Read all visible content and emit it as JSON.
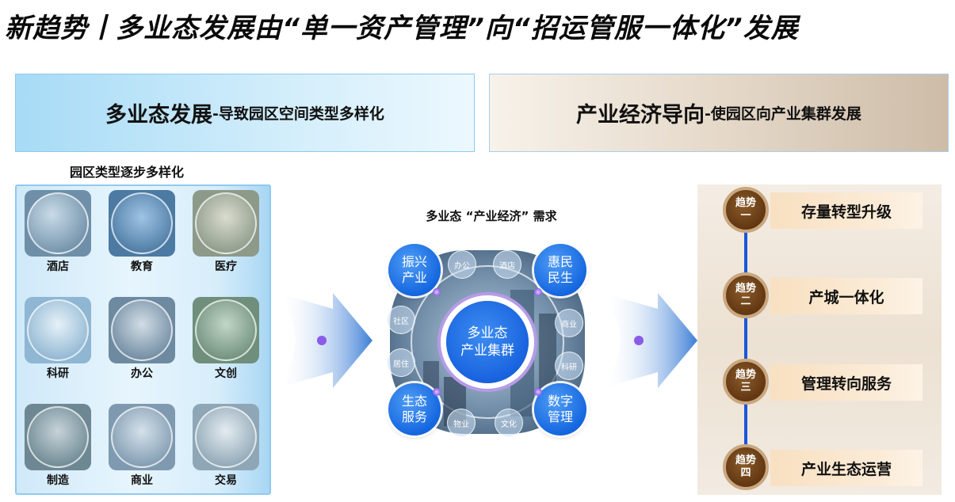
{
  "title": "新趋势丨多业态发展由“单一资产管理”向“招运管服一体化”发展",
  "banners": {
    "left_main": "多业态发展",
    "left_sub": "-导致园区空间类型多样化",
    "right_main": "产业经济导向",
    "right_sub": "-使园区向产业集群发展"
  },
  "park_types": {
    "heading": "园区类型逐步多样化",
    "items": [
      {
        "label": "酒店",
        "color": "#6f8fa8"
      },
      {
        "label": "教育",
        "color": "#4c7aa3"
      },
      {
        "label": "医疗",
        "color": "#8d9a8a"
      },
      {
        "label": "科研",
        "color": "#8fb6d2"
      },
      {
        "label": "办公",
        "color": "#6e8aa0"
      },
      {
        "label": "文创",
        "color": "#6f8f7c"
      },
      {
        "label": "制造",
        "color": "#6d8893"
      },
      {
        "label": "商业",
        "color": "#7f9ab0"
      },
      {
        "label": "交易",
        "color": "#8ea6b5"
      }
    ]
  },
  "economy": {
    "heading": "多业态 “产业经济” 需求",
    "core": {
      "line1": "多业态",
      "line2": "产业集群"
    },
    "big_nodes": [
      {
        "line1": "振兴",
        "line2": "产业"
      },
      {
        "line1": "惠民",
        "line2": "民生"
      },
      {
        "line1": "生态",
        "line2": "服务"
      },
      {
        "line1": "数字",
        "line2": "管理"
      }
    ],
    "small_nodes": [
      "办公",
      "酒店",
      "社区",
      "商业",
      "居住",
      "科研",
      "物业",
      "文化"
    ]
  },
  "trends": [
    {
      "badge_top": "趋势",
      "badge_bottom": "一",
      "text": "存量转型升级"
    },
    {
      "badge_top": "趋势",
      "badge_bottom": "二",
      "text": "产城一体化"
    },
    {
      "badge_top": "趋势",
      "badge_bottom": "三",
      "text": "管理转向服务"
    },
    {
      "badge_top": "趋势",
      "badge_bottom": "四",
      "text": "产业生态运营"
    }
  ],
  "colors": {
    "accent_blue": "#1567e0",
    "trend_brown": "#5f3510",
    "timeline_blue": "#1b56d8"
  }
}
